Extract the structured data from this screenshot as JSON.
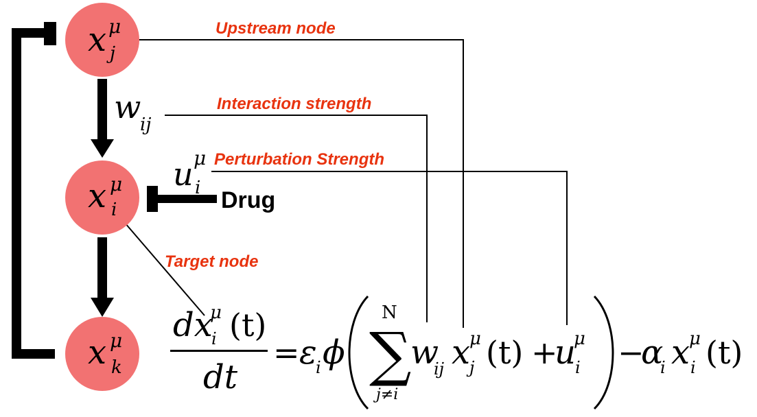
{
  "colors": {
    "node_fill": "#f27272",
    "label_color": "#e8330f",
    "line_color": "#000000"
  },
  "nodes": {
    "upstream": {
      "symbol": "x",
      "sup": "μ",
      "sub": "j"
    },
    "target": {
      "symbol": "x",
      "sup": "μ",
      "sub": "i"
    },
    "downstream": {
      "symbol": "x",
      "sup": "μ",
      "sub": "k"
    }
  },
  "edge_labels": {
    "weight": {
      "symbol": "w",
      "sub": "ij"
    },
    "perturbation": {
      "symbol": "u",
      "sup": "μ",
      "sub": "i"
    }
  },
  "drug_label": "Drug",
  "annotations": {
    "upstream": "Upstream node",
    "interaction": "Interaction strength",
    "perturbation": "Perturbation Strength",
    "target": "Target node"
  },
  "equation": {
    "numerator": "dx",
    "numerator_sup": "μ",
    "numerator_sub": "i",
    "numerator_arg": "(t)",
    "denominator": "dt",
    "equals": "=",
    "epsilon": "ε",
    "epsilon_sub": "i",
    "phi": "ϕ",
    "sum_symbol": "∑",
    "sum_upper": "N",
    "sum_lower": "j≠i",
    "w": "w",
    "w_sub": "ij",
    "x": "x",
    "x_sup": "μ",
    "x_sub": "j",
    "arg_t": "(t)",
    "plus": "+",
    "u": "u",
    "u_sup": "μ",
    "u_sub": "i",
    "minus": "−",
    "alpha": "α",
    "alpha_sub": "i",
    "x2": "x",
    "x2_sup": "μ",
    "x2_sub": "i",
    "arg_t2": "(t)"
  }
}
